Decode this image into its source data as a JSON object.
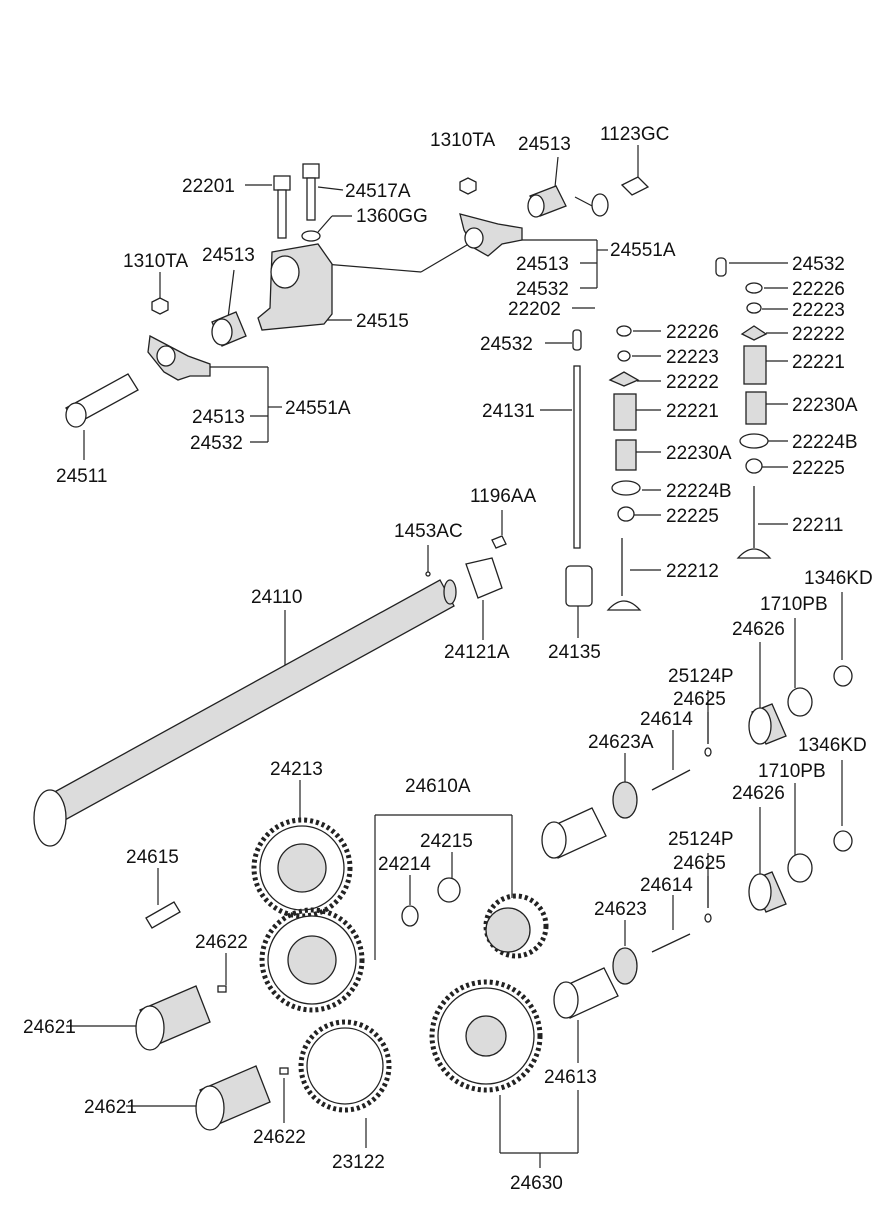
{
  "diagram": {
    "labels": {
      "l1310TA_a": "1310TA",
      "l24513_a": "24513",
      "l1123GC": "1123GC",
      "l22201": "22201",
      "l24517A": "24517A",
      "l1360GG": "1360GG",
      "l1310TA_b": "1310TA",
      "l24513_b": "24513",
      "l24551A_a": "24551A",
      "l24513_c": "24513",
      "l24532_a": "24532",
      "l24532_b": "24532",
      "l22226_a": "22226",
      "l22223_a": "22223",
      "l22222_a": "22222",
      "l22221_a": "22221",
      "l22230A_a": "22230A",
      "l22224B_a": "22224B",
      "l22225_a": "22225",
      "l22211": "22211",
      "l24515": "24515",
      "l22202": "22202",
      "l24532_c": "24532",
      "l22226_b": "22226",
      "l22223_b": "22223",
      "l22222_b": "22222",
      "l22221_b": "22221",
      "l22230A_b": "22230A",
      "l22224B_b": "22224B",
      "l22225_b": "22225",
      "l22212": "22212",
      "l24131": "24131",
      "l24135": "24135",
      "l24513_d": "24513",
      "l24551A_b": "24551A",
      "l24532_d": "24532",
      "l24511": "24511",
      "l1196AA": "1196AA",
      "l1453AC": "1453AC",
      "l24110": "24110",
      "l24121A": "24121A",
      "l1346KD_a": "1346KD",
      "l1710PB_a": "1710PB",
      "l24626_a": "24626",
      "l25124P_a": "25124P",
      "l24625_a": "24625",
      "l24614_a": "24614",
      "l24623A": "24623A",
      "l1346KD_b": "1346KD",
      "l1710PB_b": "1710PB",
      "l24626_b": "24626",
      "l25124P_b": "25124P",
      "l24625_b": "24625",
      "l24614_b": "24614",
      "l24623": "24623",
      "l24213": "24213",
      "l24610A": "24610A",
      "l24215": "24215",
      "l24214": "24214",
      "l24615": "24615",
      "l24622_a": "24622",
      "l24621_a": "24621",
      "l24621_b": "24621",
      "l24622_b": "24622",
      "l23122": "23122",
      "l24613": "24613",
      "l24630": "24630"
    }
  }
}
